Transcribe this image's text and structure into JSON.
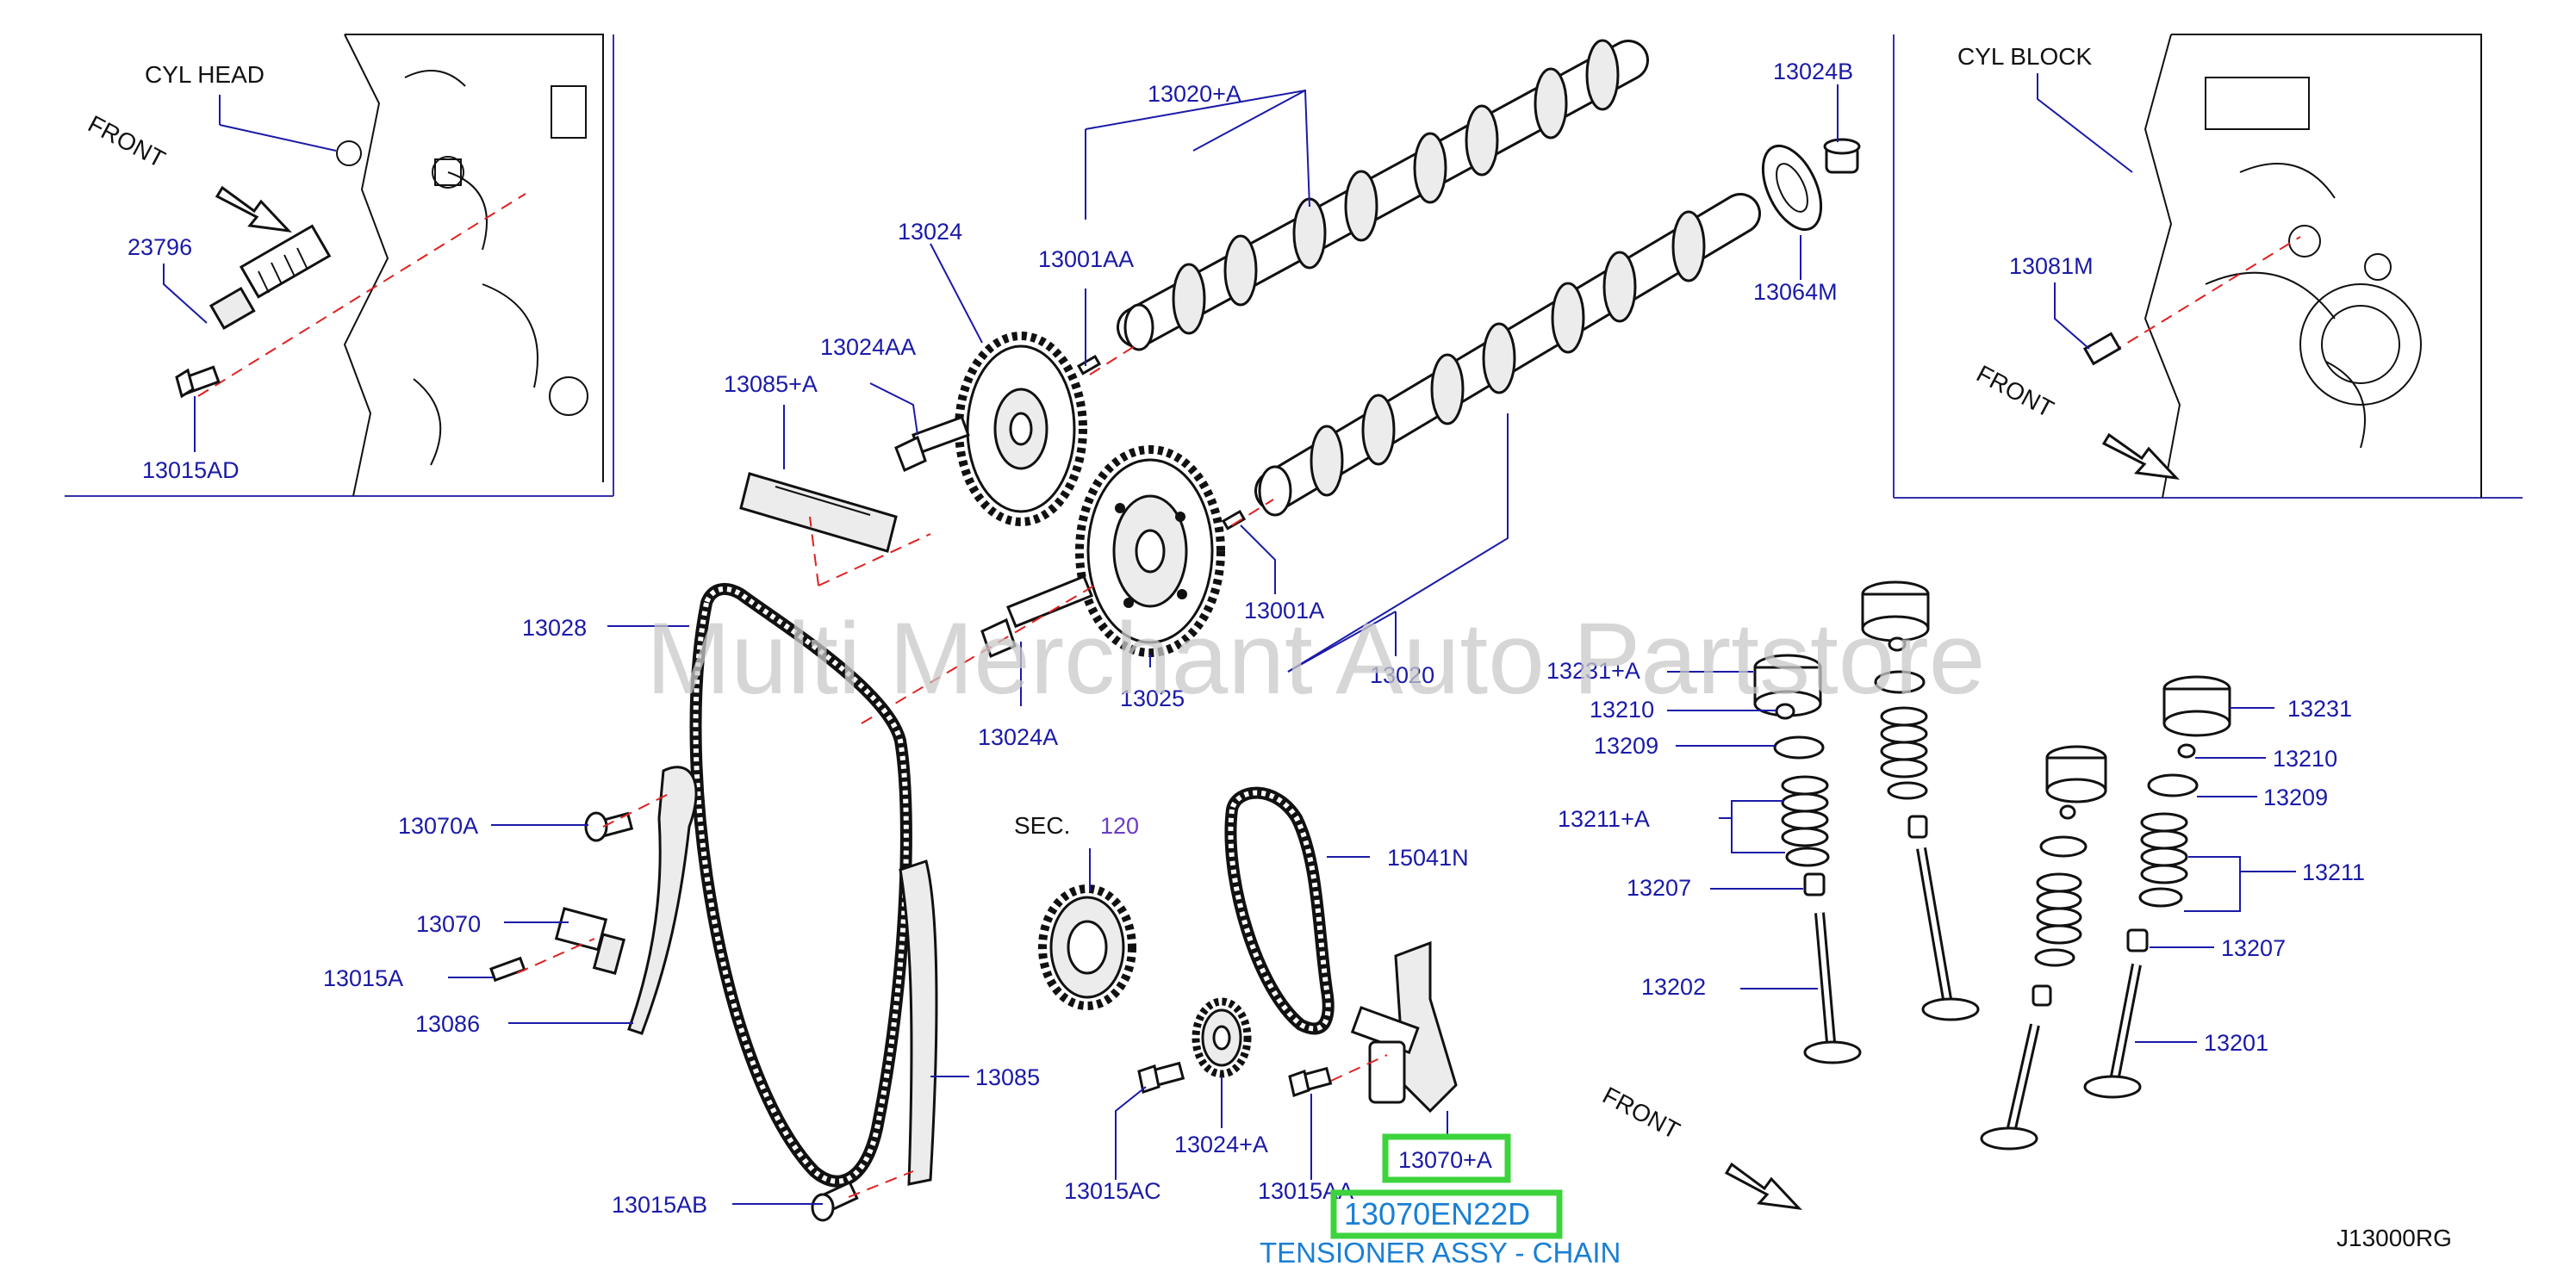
{
  "labels": {
    "cyl_head": "CYL   HEAD",
    "cyl_block": "CYL   BLOCK",
    "front": "FRONT",
    "sec": "SEC.",
    "sec_num": "120",
    "diagram_code": "J13000RG",
    "watermark": "Multi Merchant Auto Partstore"
  },
  "parts": {
    "p23796": "23796",
    "p13015AD": "13015AD",
    "p13020A": "13020+A",
    "p13024": "13024",
    "p13001AA": "13001AA",
    "p13024B": "13024B",
    "p13064M": "13064M",
    "p13024AA": "13024AA",
    "p13085A": "13085+A",
    "p13081M": "13081M",
    "p13028": "13028",
    "p13001A": "13001A",
    "p13020": "13020",
    "p13024A": "13024A",
    "p13025": "13025",
    "p13070A": "13070A",
    "p13070": "13070",
    "p13015A": "13015A",
    "p13086": "13086",
    "p15041N": "15041N",
    "p13085": "13085",
    "p13024pA": "13024+A",
    "p13015AC": "13015AC",
    "p13015AA": "13015AA",
    "p13070pA": "13070+A",
    "p13015AB": "13015AB",
    "p13231A": "13231+A",
    "p13210_l": "13210",
    "p13209_l": "13209",
    "p13211A": "13211+A",
    "p13207_l": "13207",
    "p13202": "13202",
    "p13231": "13231",
    "p13210_r": "13210",
    "p13209_r": "13209",
    "p13211": "13211",
    "p13207_r": "13207",
    "p13201": "13201"
  },
  "highlight": {
    "part_number": "13070EN22D",
    "description": "TENSIONER ASSY - CHAIN"
  },
  "colors": {
    "label_blue": "#1a1aa8",
    "highlight_green": "#3dd33d",
    "guide_red": "#e02020",
    "highlight_text": "#1a7fd4"
  }
}
